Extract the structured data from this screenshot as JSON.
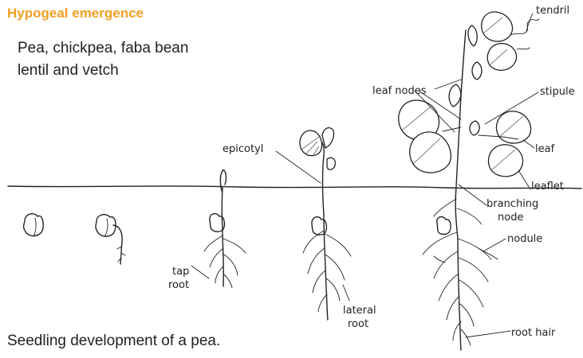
{
  "heading": "Hypogeal emergence",
  "subtitle": [
    "Pea, chickpea, faba bean",
    "lentil and vetch"
  ],
  "footer": "Seedling development of a pea.",
  "labels": {
    "tendril": "tendril",
    "leaf_nodes": "leaf nodes",
    "stipule": "stipule",
    "epicotyl": "epicotyl",
    "leaf": "leaf",
    "leaflet": "leaflet",
    "branching": "branching",
    "node": "node",
    "nodule": "nodule",
    "tap": "tap",
    "root": "root",
    "lateral": "lateral",
    "lateral_root": "root",
    "root_hair": "root hair"
  },
  "colors": {
    "heading": "#f0a024",
    "ink": "#222222"
  }
}
